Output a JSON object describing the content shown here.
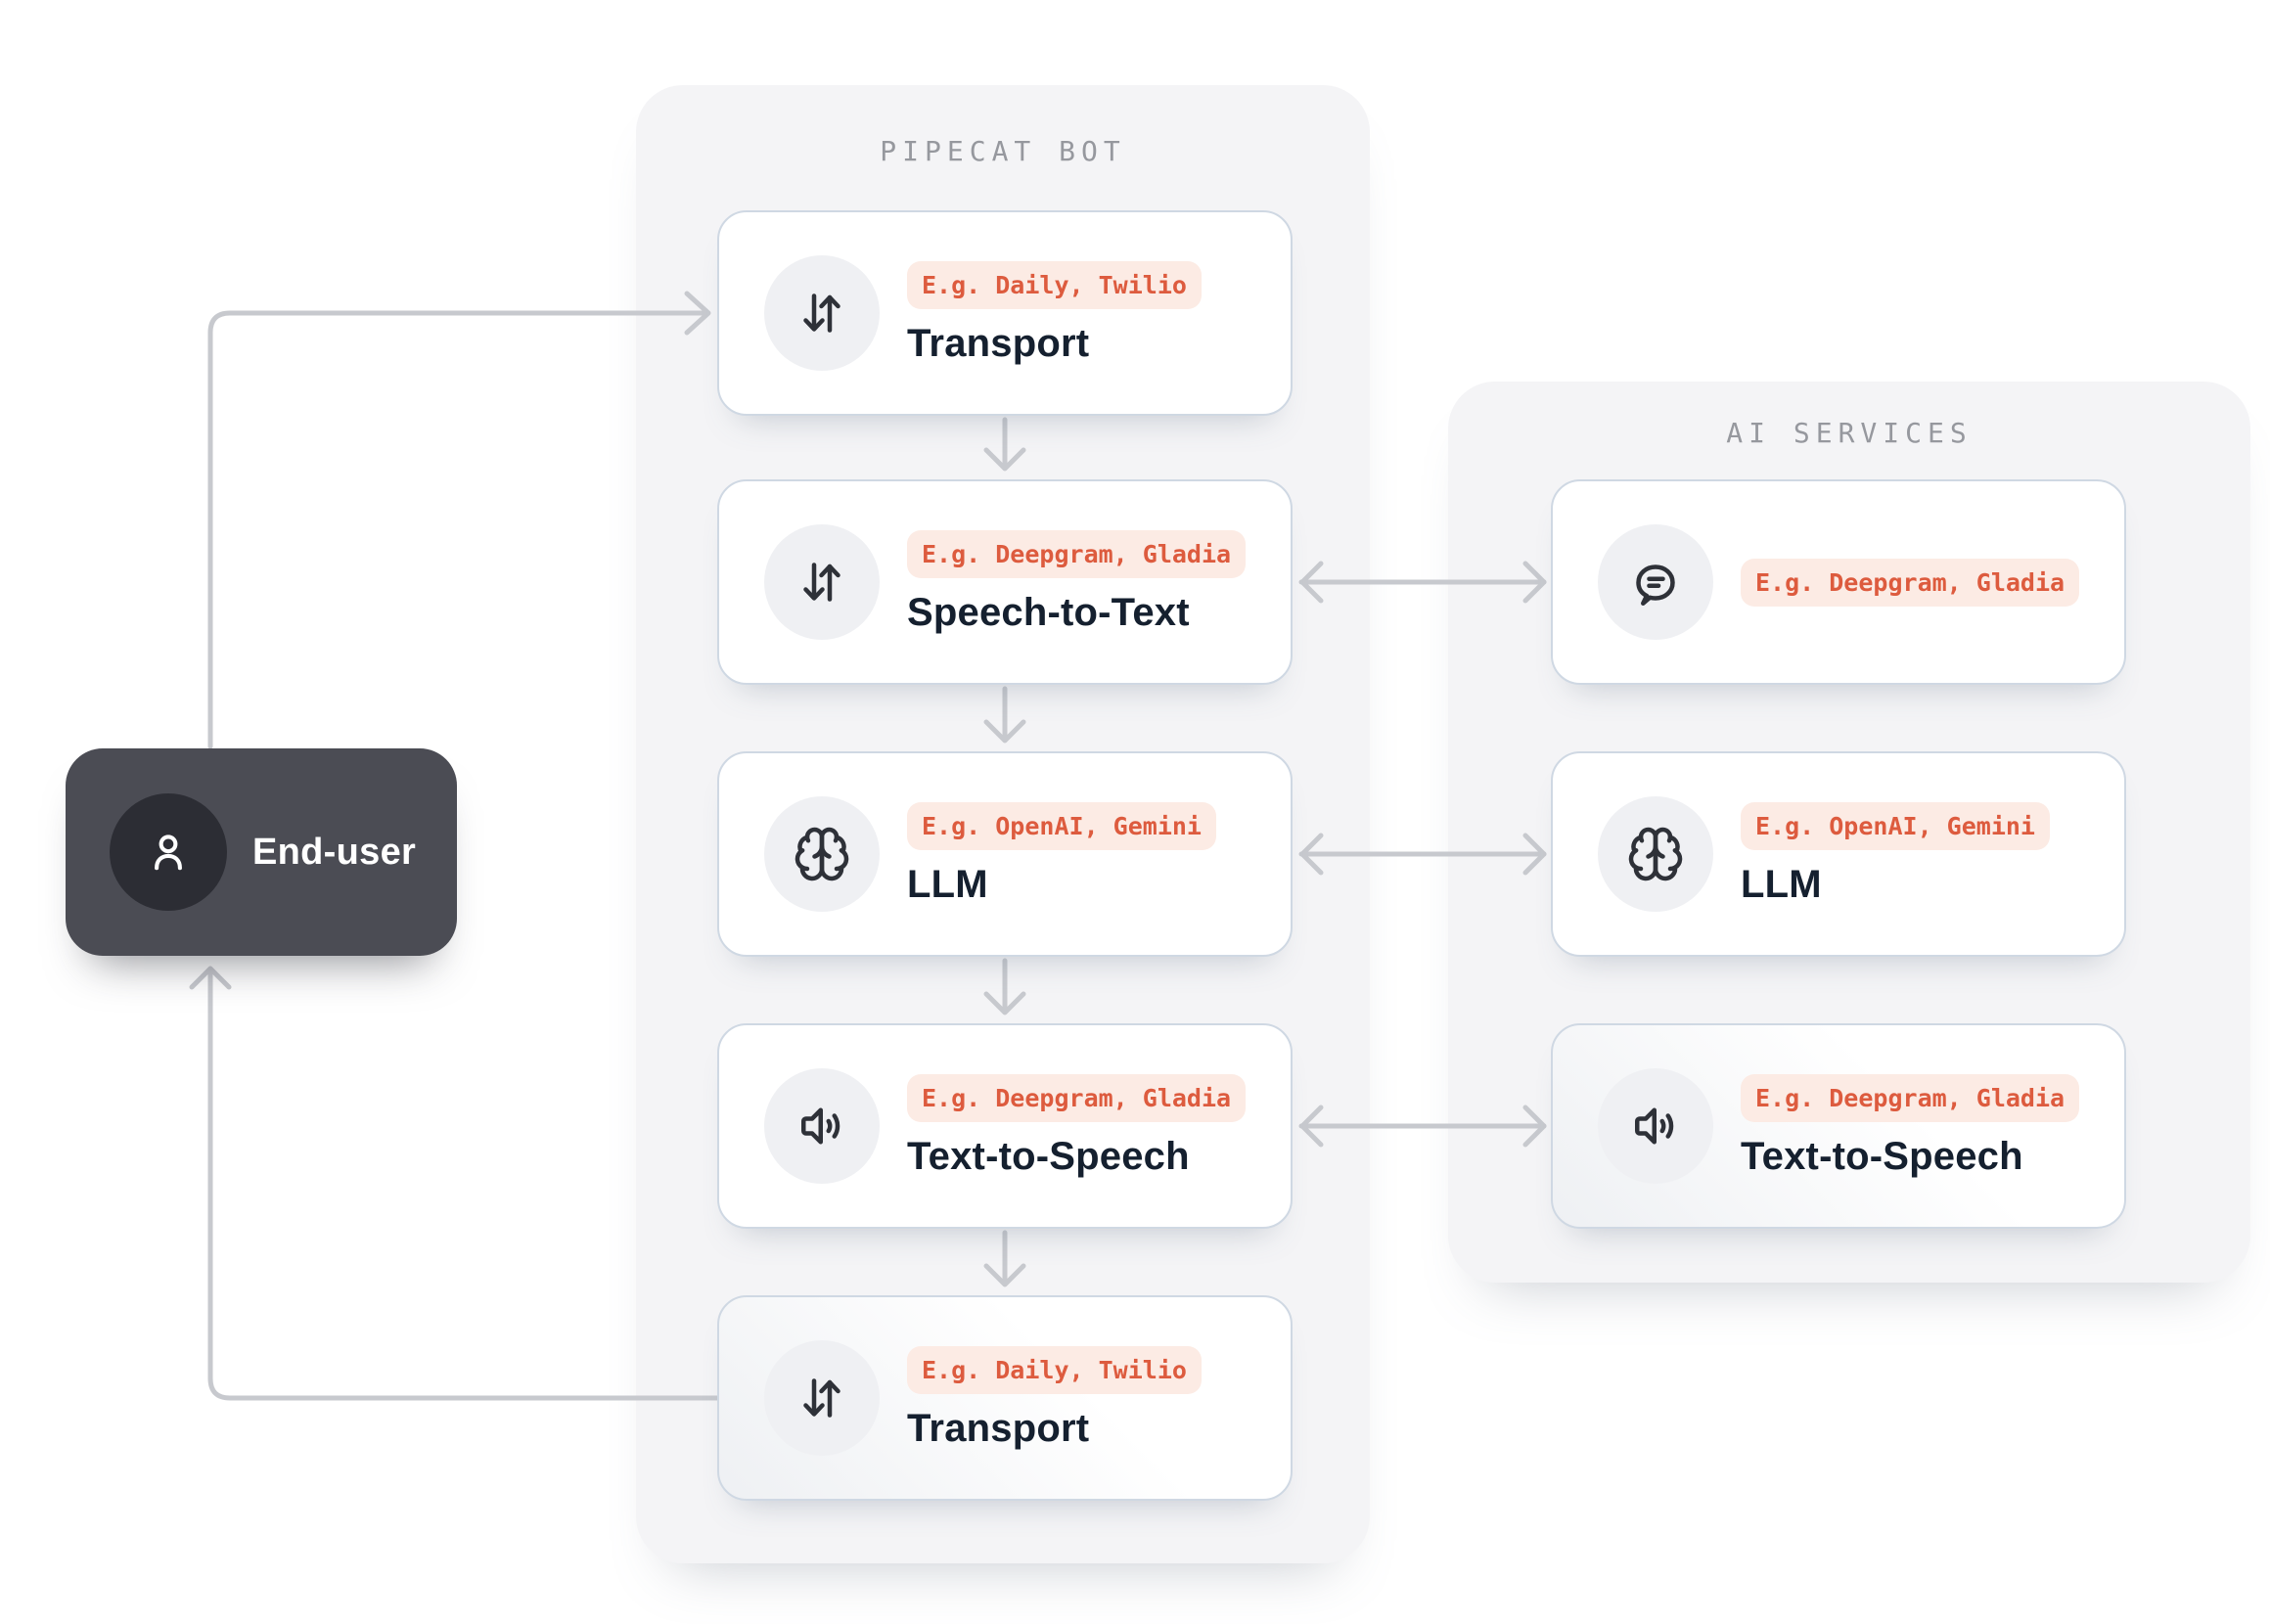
{
  "page": {
    "background": "#ffffff"
  },
  "colors": {
    "panel_bg": "#f4f4f6",
    "card_border": "#cfd8e3",
    "badge_bg": "#fcebe4",
    "badge_text": "#dd5b3e",
    "card_title": "#15202f",
    "panel_label": "#96989e",
    "arrow": "#c7c9ce",
    "enduser_bg": "#4b4c54",
    "enduser_circle": "#2c2d34"
  },
  "end_user": {
    "label": "End-user",
    "icon": "person-icon"
  },
  "pipecat_panel": {
    "title": "PIPECAT BOT",
    "cards": [
      {
        "icon": "swap-vertical-icon",
        "badge": "E.g. Daily, Twilio",
        "title": "Transport"
      },
      {
        "icon": "swap-vertical-icon",
        "badge": "E.g. Deepgram, Gladia",
        "title": "Speech-to-Text"
      },
      {
        "icon": "brain-icon",
        "badge": "E.g. OpenAI, Gemini",
        "title": "LLM"
      },
      {
        "icon": "speaker-icon",
        "badge": "E.g. Deepgram, Gladia",
        "title": "Text-to-Speech"
      },
      {
        "icon": "swap-vertical-icon",
        "badge": "E.g. Daily, Twilio",
        "title": "Transport"
      }
    ]
  },
  "ai_panel": {
    "title": "AI SERVICES",
    "cards": [
      {
        "icon": "chat-bubble-icon",
        "badge": "E.g. Deepgram, Gladia",
        "title": ""
      },
      {
        "icon": "brain-icon",
        "badge": "E.g. OpenAI, Gemini",
        "title": "LLM"
      },
      {
        "icon": "speaker-icon",
        "badge": "E.g. Deepgram, Gladia",
        "title": "Text-to-Speech"
      }
    ]
  }
}
